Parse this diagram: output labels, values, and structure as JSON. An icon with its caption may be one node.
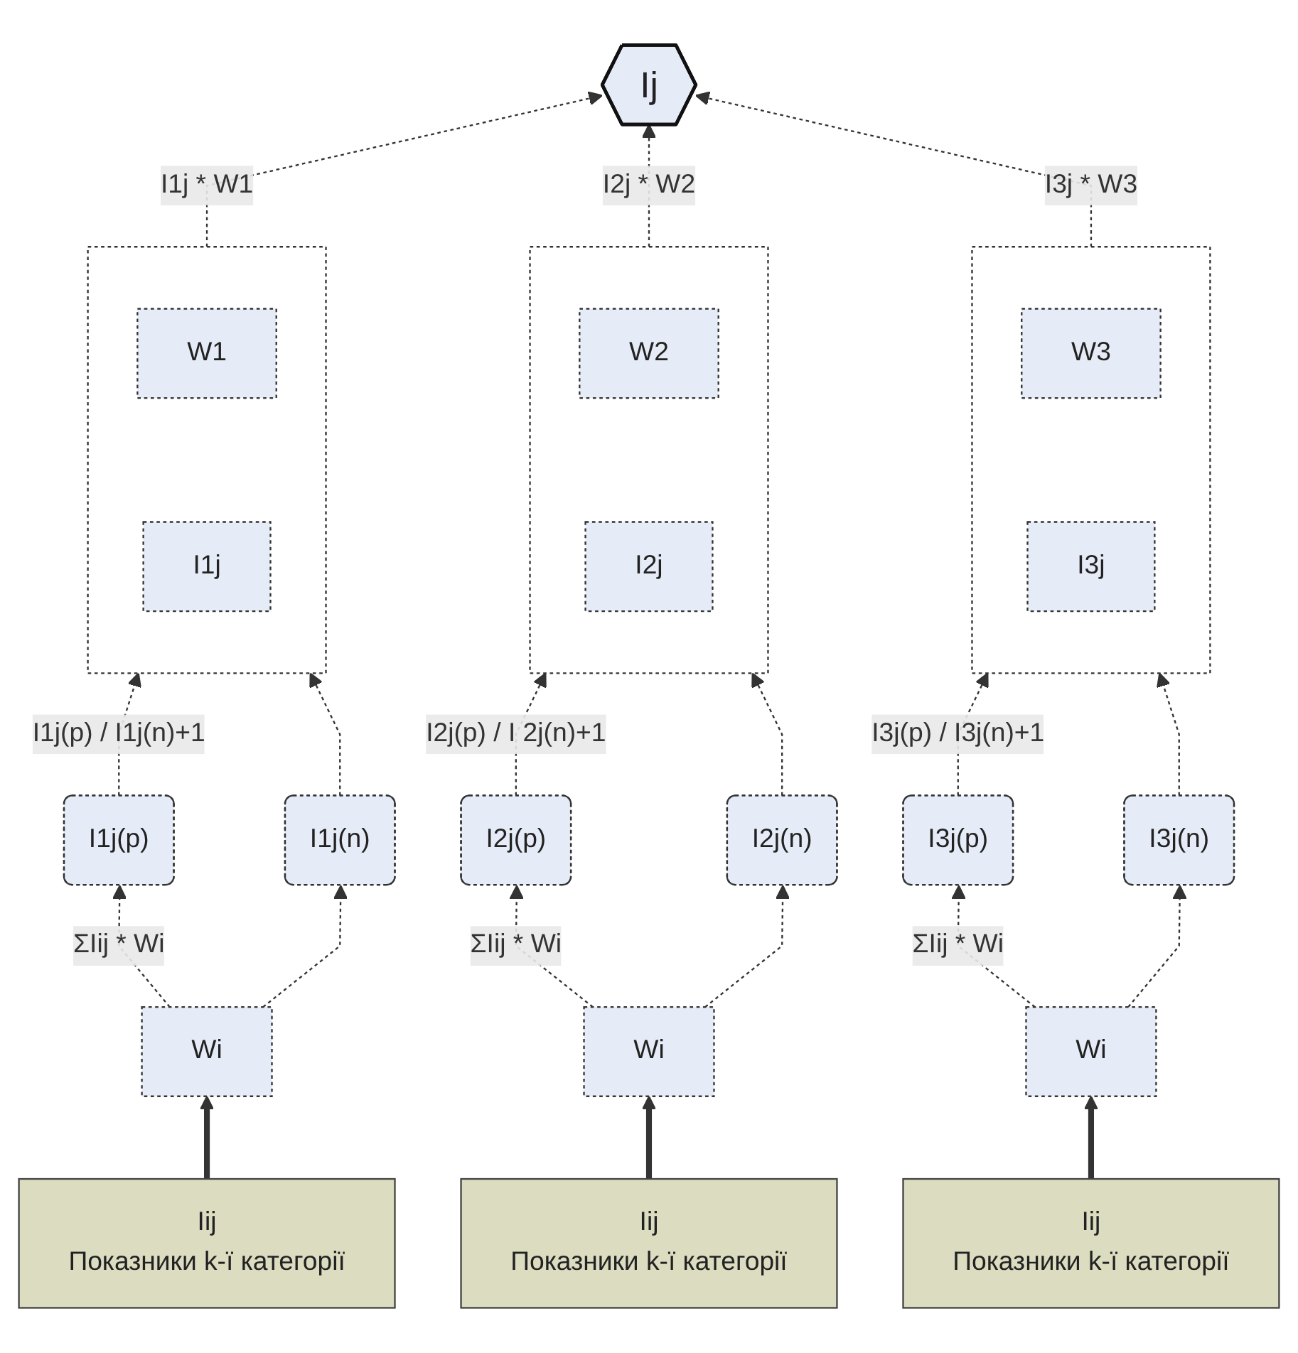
{
  "diagram": {
    "nodes": [
      {
        "text": [
          "Ij"
        ]
      },
      {
        "text": [],
        "shape": "box"
      },
      {
        "text": [
          "W1"
        ],
        "in": 1
      },
      {
        "text": [
          "I1j"
        ],
        "in": 1
      },
      {
        "text": [
          "I1j(p)"
        ]
      },
      {
        "text": [
          "I1j(n)"
        ]
      },
      {
        "text": [
          "Wi"
        ]
      },
      {
        "text": [
          "Iij",
          "Показники k-ї категорії"
        ]
      },
      {
        "text": [],
        "shape": "box"
      },
      {
        "text": [
          "W2"
        ],
        "in": 8
      },
      {
        "text": [
          "I2j"
        ],
        "in": 8
      },
      {
        "text": [
          "I2j(p)"
        ]
      },
      {
        "text": [
          "I2j(n)"
        ]
      },
      {
        "text": [
          "Wi"
        ]
      },
      {
        "text": [
          "Iij",
          "Показники k-ї категорії"
        ]
      },
      {
        "text": [],
        "shape": "box"
      },
      {
        "text": [
          "W3"
        ],
        "in": 15
      },
      {
        "text": [
          "I3j"
        ],
        "in": 15
      },
      {
        "text": [
          "I3j(p)"
        ]
      },
      {
        "text": [
          "I3j(n)"
        ]
      },
      {
        "text": [
          "Wi"
        ]
      },
      {
        "text": [
          "Iij",
          "Показники k-ї категорії"
        ]
      }
    ],
    "edges": [
      {
        "from": 1,
        "to": 0,
        "arrow": "to",
        "label": "I1j * W1",
        "style": "dashed"
      },
      {
        "from": 4,
        "to": 1,
        "arrow": "to",
        "label": "I1j(p) / I1j(n)+1",
        "style": "dashed"
      },
      {
        "from": 5,
        "to": 1,
        "arrow": "to",
        "style": "dashed"
      },
      {
        "from": 6,
        "to": 4,
        "arrow": "to",
        "label": "ΣIij * Wi",
        "style": "dashed"
      },
      {
        "from": 6,
        "to": 5,
        "arrow": "to",
        "style": "dashed"
      },
      {
        "from": 7,
        "to": 6,
        "arrow": "to",
        "style": "thick"
      },
      {
        "from": 8,
        "to": 0,
        "arrow": "to",
        "label": "I2j * W2",
        "style": "dashed"
      },
      {
        "from": 11,
        "to": 8,
        "arrow": "to",
        "label": "I2j(p) / I 2j(n)+1",
        "style": "dashed"
      },
      {
        "from": 12,
        "to": 8,
        "arrow": "to",
        "style": "dashed"
      },
      {
        "from": 13,
        "to": 11,
        "arrow": "to",
        "label": "ΣIij * Wi",
        "style": "dashed"
      },
      {
        "from": 13,
        "to": 12,
        "arrow": "to",
        "style": "dashed"
      },
      {
        "from": 14,
        "to": 13,
        "arrow": "to",
        "style": "thick"
      },
      {
        "from": 15,
        "to": 0,
        "arrow": "to",
        "label": "I3j * W3",
        "style": "dashed"
      },
      {
        "from": 18,
        "to": 15,
        "arrow": "to",
        "label": "I3j(p) / I3j(n)+1",
        "style": "dashed"
      },
      {
        "from": 19,
        "to": 15,
        "arrow": "to",
        "style": "dashed"
      },
      {
        "from": 20,
        "to": 18,
        "arrow": "to",
        "label": "ΣIij * Wi",
        "style": "dashed"
      },
      {
        "from": 20,
        "to": 19,
        "arrow": "to",
        "style": "dashed"
      },
      {
        "from": 21,
        "to": 20,
        "arrow": "to",
        "style": "thick"
      }
    ]
  }
}
